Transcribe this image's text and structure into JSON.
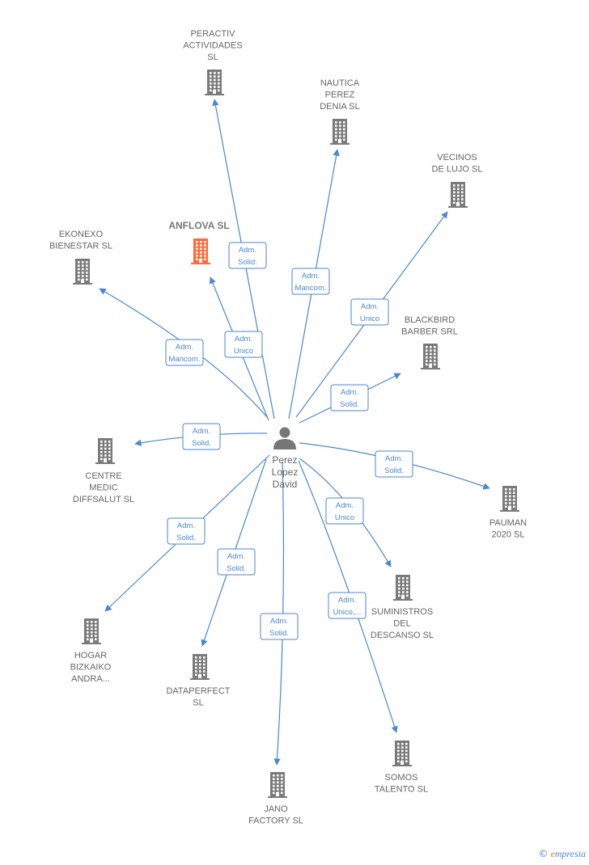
{
  "colors": {
    "edge": "#4a86d4",
    "building": "#7a7a7a",
    "building_highlight": "#ff6a35",
    "person": "#777777",
    "label": "#666666"
  },
  "person": {
    "name_lines": [
      "Perez",
      "Lopez",
      "David"
    ],
    "icon": "person-icon"
  },
  "companies": [
    {
      "id": "peractiv",
      "lines": [
        "PERACTIV",
        "ACTIVIDADES",
        "SL"
      ],
      "highlight": false
    },
    {
      "id": "nautica",
      "lines": [
        "NAUTICA",
        "PEREZ",
        "DENIA  SL"
      ],
      "highlight": false
    },
    {
      "id": "vecinos",
      "lines": [
        "VECINOS",
        "DE LUJO  SL"
      ],
      "highlight": false
    },
    {
      "id": "anflova",
      "lines": [
        "ANFLOVA  SL"
      ],
      "highlight": true
    },
    {
      "id": "ekonexo",
      "lines": [
        "EKONEXO",
        "BIENESTAR  SL"
      ],
      "highlight": false
    },
    {
      "id": "blackbird",
      "lines": [
        "BLACKBIRD",
        "BARBER SRL"
      ],
      "highlight": false
    },
    {
      "id": "centre",
      "lines": [
        "CENTRE",
        "MEDIC",
        "DIFFSALUT SL"
      ],
      "highlight": false
    },
    {
      "id": "pauman",
      "lines": [
        "PAUMAN",
        "2020  SL"
      ],
      "highlight": false
    },
    {
      "id": "suministros",
      "lines": [
        "SUMINISTROS",
        "DEL",
        "DESCANSO  SL"
      ],
      "highlight": false
    },
    {
      "id": "hogar",
      "lines": [
        "HOGAR",
        "BIZKAIKO",
        "ANDRA..."
      ],
      "highlight": false
    },
    {
      "id": "dataperfect",
      "lines": [
        "DATAPERFECT",
        "SL"
      ],
      "highlight": false
    },
    {
      "id": "somos",
      "lines": [
        "SOMOS",
        "TALENTO  SL"
      ],
      "highlight": false
    },
    {
      "id": "jano",
      "lines": [
        "JANO",
        "FACTORY  SL"
      ],
      "highlight": false
    }
  ],
  "relations": [
    {
      "to": "peractiv",
      "role_lines": [
        "Adm.",
        "Solid."
      ]
    },
    {
      "to": "nautica",
      "role_lines": [
        "Adm.",
        "Mancom."
      ]
    },
    {
      "to": "vecinos",
      "role_lines": [
        "Adm.",
        "Unico"
      ]
    },
    {
      "to": "anflova",
      "role_lines": [
        "Adm.",
        "Unico"
      ]
    },
    {
      "to": "ekonexo",
      "role_lines": [
        "Adm.",
        "Mancom."
      ]
    },
    {
      "to": "blackbird",
      "role_lines": [
        "Adm.",
        "Solid."
      ]
    },
    {
      "to": "centre",
      "role_lines": [
        "Adm.",
        "Solid."
      ]
    },
    {
      "to": "pauman",
      "role_lines": [
        "Adm.",
        "Solid."
      ]
    },
    {
      "to": "suministros",
      "role_lines": [
        "Adm.",
        "Unico"
      ]
    },
    {
      "to": "hogar",
      "role_lines": [
        "Adm.",
        "Solid."
      ]
    },
    {
      "to": "dataperfect",
      "role_lines": [
        "Adm.",
        "Solid."
      ]
    },
    {
      "to": "somos",
      "role_lines": [
        "Adm.",
        "Unico,..."
      ]
    },
    {
      "to": "jano",
      "role_lines": [
        "Adm.",
        "Solid."
      ]
    }
  ],
  "footer": {
    "copyright": "©",
    "brand_initial": "e",
    "brand_rest": "mpresia"
  }
}
